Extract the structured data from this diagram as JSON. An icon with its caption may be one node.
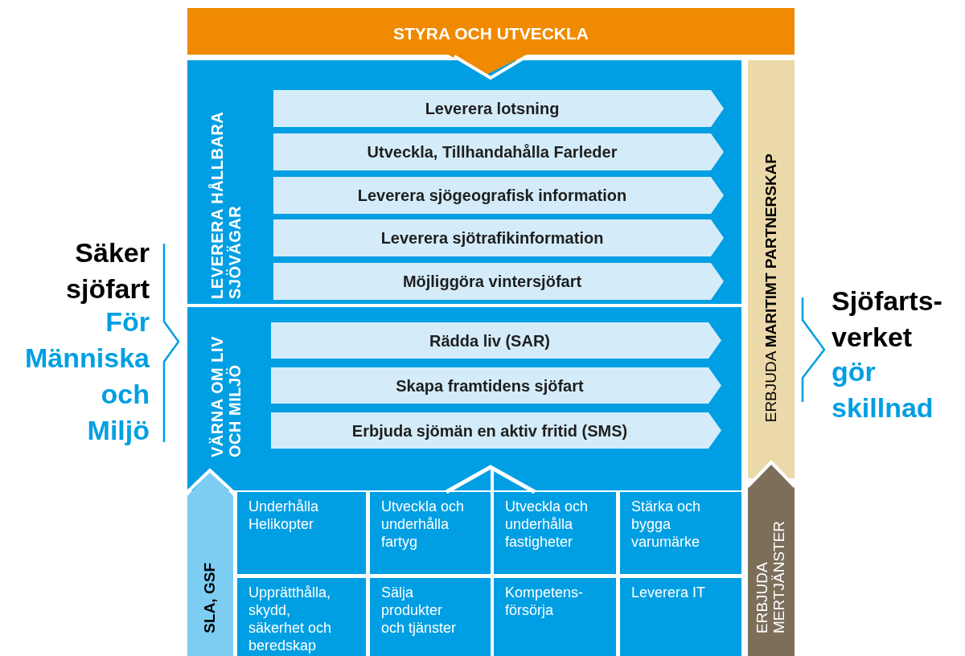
{
  "diagram": {
    "nodes": [
      {
        "text": [
          "STYRA OCH UTVECKLA"
        ]
      },
      {
        "text": [
          "LEVERERA HÅLLBARA SJÖVÄGAR"
        ]
      },
      {
        "text": [
          "Leverera lotsning"
        ],
        "in": 1
      },
      {
        "text": [
          "Utveckla, Tillhandahålla Farleder"
        ],
        "in": 1
      },
      {
        "text": [
          "Leverera sjögeografisk information"
        ],
        "in": 1
      },
      {
        "text": [
          "Leverera sjötrafikinformation"
        ],
        "in": 1
      },
      {
        "text": [
          "Möjliggöra vintersjöfart"
        ],
        "in": 1
      },
      {
        "text": [
          "VÄRNA OM LIV OCH MILJÖ"
        ]
      },
      {
        "text": [
          "Rädda liv (SAR)"
        ],
        "in": 7
      },
      {
        "text": [
          "Skapa framtidens sjöfart"
        ],
        "in": 7
      },
      {
        "text": [
          "Erbjuda sjömän en aktiv fritid (SMS)"
        ],
        "in": 7
      },
      {
        "text": [
          "SLA, GSF"
        ]
      },
      {
        "text": [
          "Underhålla Helikopter"
        ]
      },
      {
        "text": [
          "Utveckla och underhålla fartyg"
        ]
      },
      {
        "text": [
          "Utveckla och underhålla fastigheter"
        ]
      },
      {
        "text": [
          "Stärka och bygga varumärke"
        ]
      },
      {
        "text": [
          "Upprätthålla, skydd, säkerhet och beredskap"
        ]
      },
      {
        "text": [
          "Sälja produkter och tjänster"
        ]
      },
      {
        "text": [
          "Kompetens-försörja"
        ]
      },
      {
        "text": [
          "Leverera IT"
        ]
      },
      {
        "text": [
          "ERBJUDA **MARITIMT PARTNERSKAP**"
        ]
      },
      {
        "text": [
          "ERBJUDA MERTJÄNSTER"
        ]
      }
    ],
    "labels": [
      "Säker sjöfart",
      "För Människa och Miljö",
      "Sjöfarts-verket",
      "gör skillnad"
    ]
  }
}
